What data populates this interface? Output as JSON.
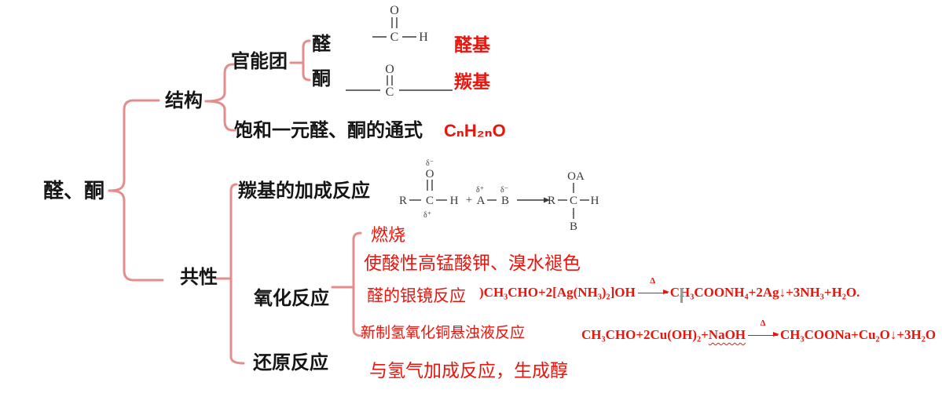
{
  "colors": {
    "connector": "#e58d8d",
    "red_text": "#e8150d",
    "black_text": "#151515",
    "structure_ink": "#3a3a3a"
  },
  "mindmap": {
    "root": "醛、酮",
    "structure": {
      "label": "结构",
      "functional_group": {
        "label": "官能团",
        "aldehyde": "醛",
        "ketone": "酮",
        "aldehyde_group": "醛基",
        "carbonyl_group": "羰基"
      },
      "general_formula": {
        "label": "饱和一元醛、酮的通式",
        "formula": "CₙH₂ₙO"
      }
    },
    "common_properties": {
      "label": "共性",
      "addition": {
        "label": "羰基的加成反应"
      },
      "oxidation": {
        "label": "氧化反应",
        "combustion": "燃烧",
        "decolorize": "使酸性高锰酸钾、溴水褪色",
        "silver_mirror": "醛的银镜反应",
        "copper_hydroxide": "新制氢氧化铜悬浊液反应"
      },
      "reduction": {
        "label": "还原反应",
        "hydrogenation": "与氢气加成反应，生成醇"
      }
    }
  },
  "equations": {
    "silver_mirror": {
      "lhs": ")CH₃CHO+2[Ag(NH₃)₂]OH",
      "condition": "Δ",
      "rhs": "CH₃COONH₄+2Ag↓+3NH₃+H₂O."
    },
    "copper_hydroxide": {
      "lhs": "CH₃CHO+2Cu(OH)₂+",
      "underlined": "NaOH",
      "condition": "Δ",
      "rhs": "CH₃COONa+Cu₂O↓+3H₂O"
    }
  },
  "structures": {
    "aldehyde_group": {
      "o": "O",
      "c": "C",
      "h": "H"
    },
    "carbonyl_group": {
      "o": "O",
      "c": "C"
    },
    "addition_scheme": {
      "delta_minus": "δ⁻",
      "delta_plus": "δ⁺",
      "o": "O",
      "r": "R",
      "c": "C",
      "h": "H",
      "plus": "+",
      "a": "A",
      "b": "B",
      "oa": "OA"
    }
  }
}
